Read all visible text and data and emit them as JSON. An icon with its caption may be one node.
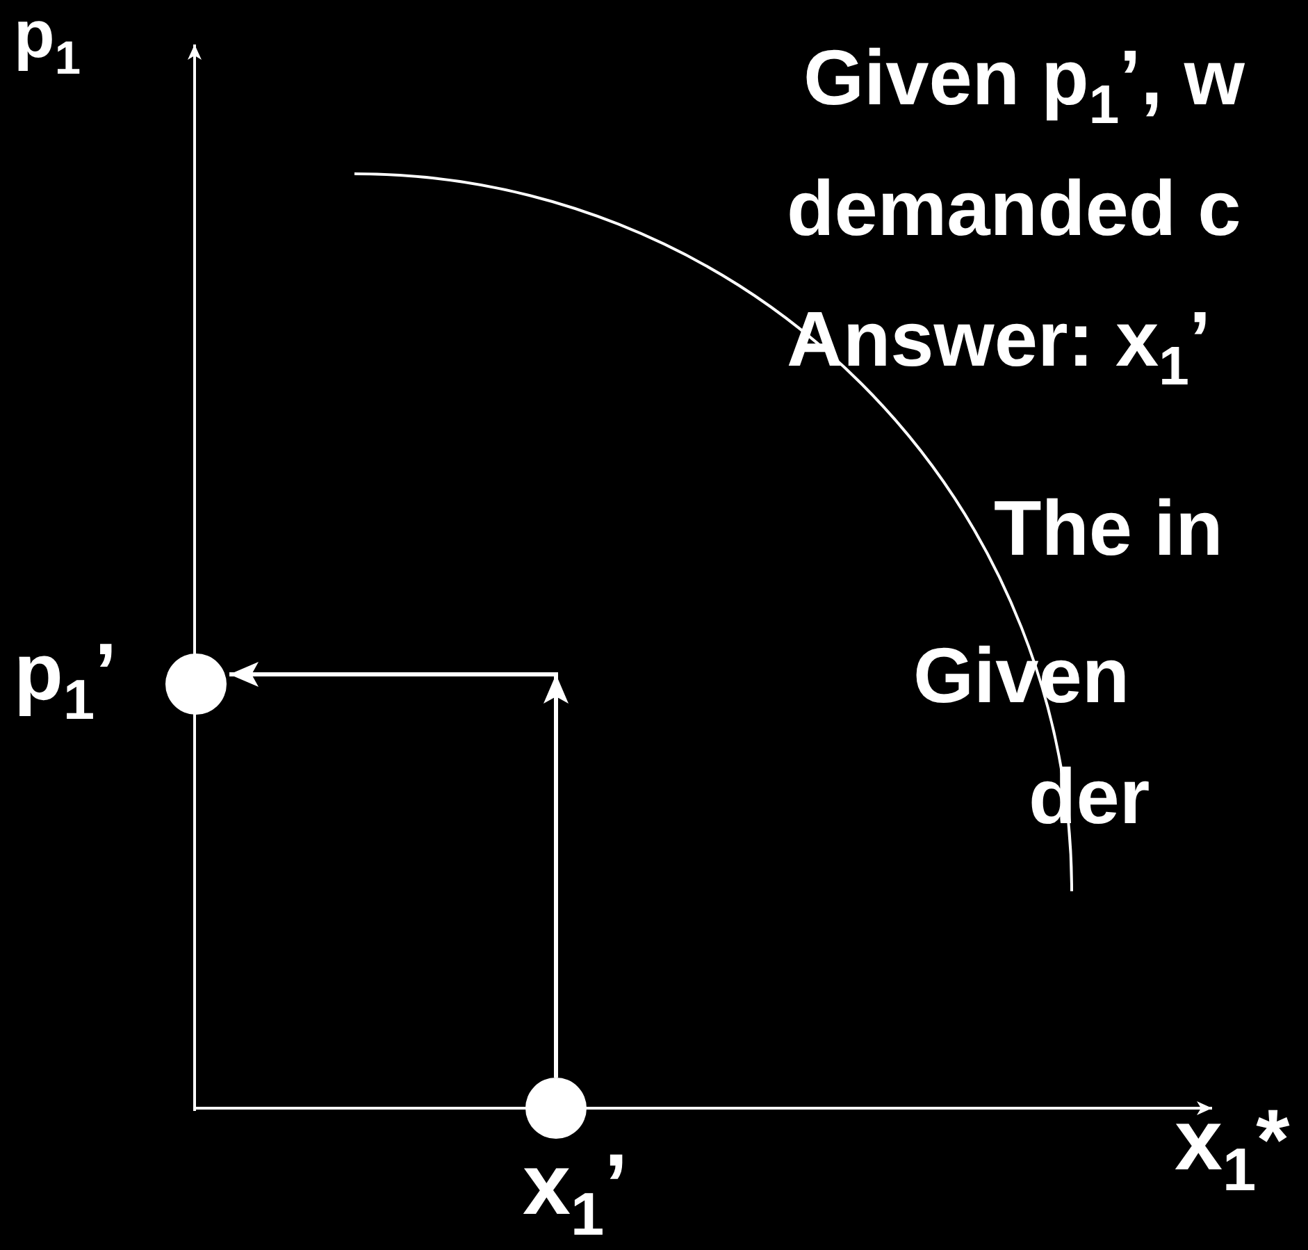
{
  "diagram": {
    "nodes": [
      {
        "text": [],
        "shape": "circle",
        "beside": [
          "x$_{1}$’"
        ]
      },
      {
        "text": [],
        "shape": "circle",
        "beside": [
          "p$_{1}$’"
        ]
      }
    ],
    "edges": [
      {
        "from": 0,
        "to": 1,
        "arrow": "to"
      }
    ],
    "labels": [
      "p$_{1}$",
      "Given p$_{1}$’, w",
      "demanded c",
      "Answer:  x$_{1}$’",
      "The in",
      "Given",
      "der",
      "x$_{1}$*"
    ]
  }
}
